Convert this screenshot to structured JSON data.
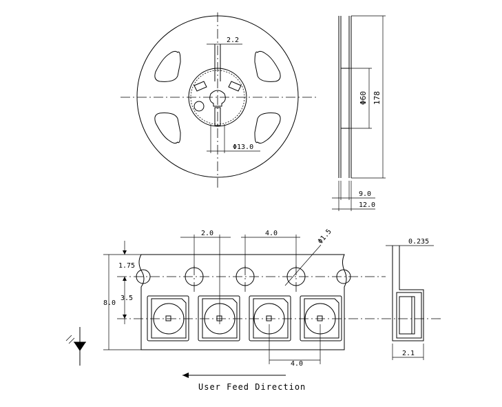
{
  "reel": {
    "spoke_width": "2.2",
    "hub_diameter": "Φ13.0",
    "inner_diameter": "Φ60",
    "outer_diameter": "178",
    "tape_width_inner": "9.0",
    "tape_width_outer": "12.0"
  },
  "tape": {
    "hole_pitch": "2.0",
    "sprocket_pitch": "4.0",
    "hole_diameter": "Φ1.5",
    "edge_to_hole": "1.75",
    "hole_to_pocket": "3.5",
    "tape_width": "8.0",
    "pocket_pitch": "4.0",
    "thickness": "0.235",
    "pocket_depth": "2.1"
  },
  "footer": {
    "feed_direction": "User Feed Direction"
  },
  "icons": {
    "led_symbol": "led-diode-symbol"
  }
}
